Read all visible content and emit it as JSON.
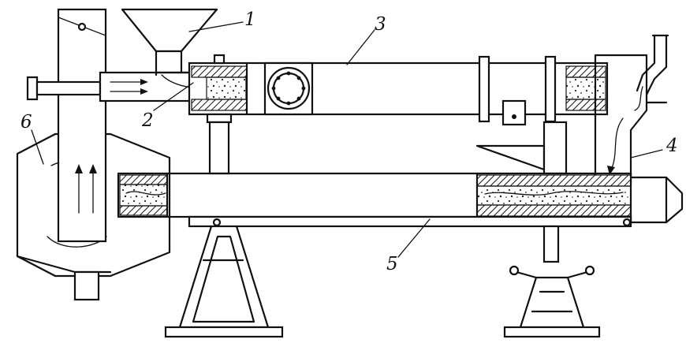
{
  "figure": {
    "ink_color": "#111111",
    "background": "#ffffff",
    "callouts": [
      {
        "id": "hopper",
        "number": "1"
      },
      {
        "id": "feed-screw-tube",
        "number": "2"
      },
      {
        "id": "upper-drum",
        "number": "3"
      },
      {
        "id": "transfer-chute",
        "number": "4"
      },
      {
        "id": "lower-drum",
        "number": "5"
      },
      {
        "id": "cyclone-chamber",
        "number": "6"
      }
    ]
  }
}
